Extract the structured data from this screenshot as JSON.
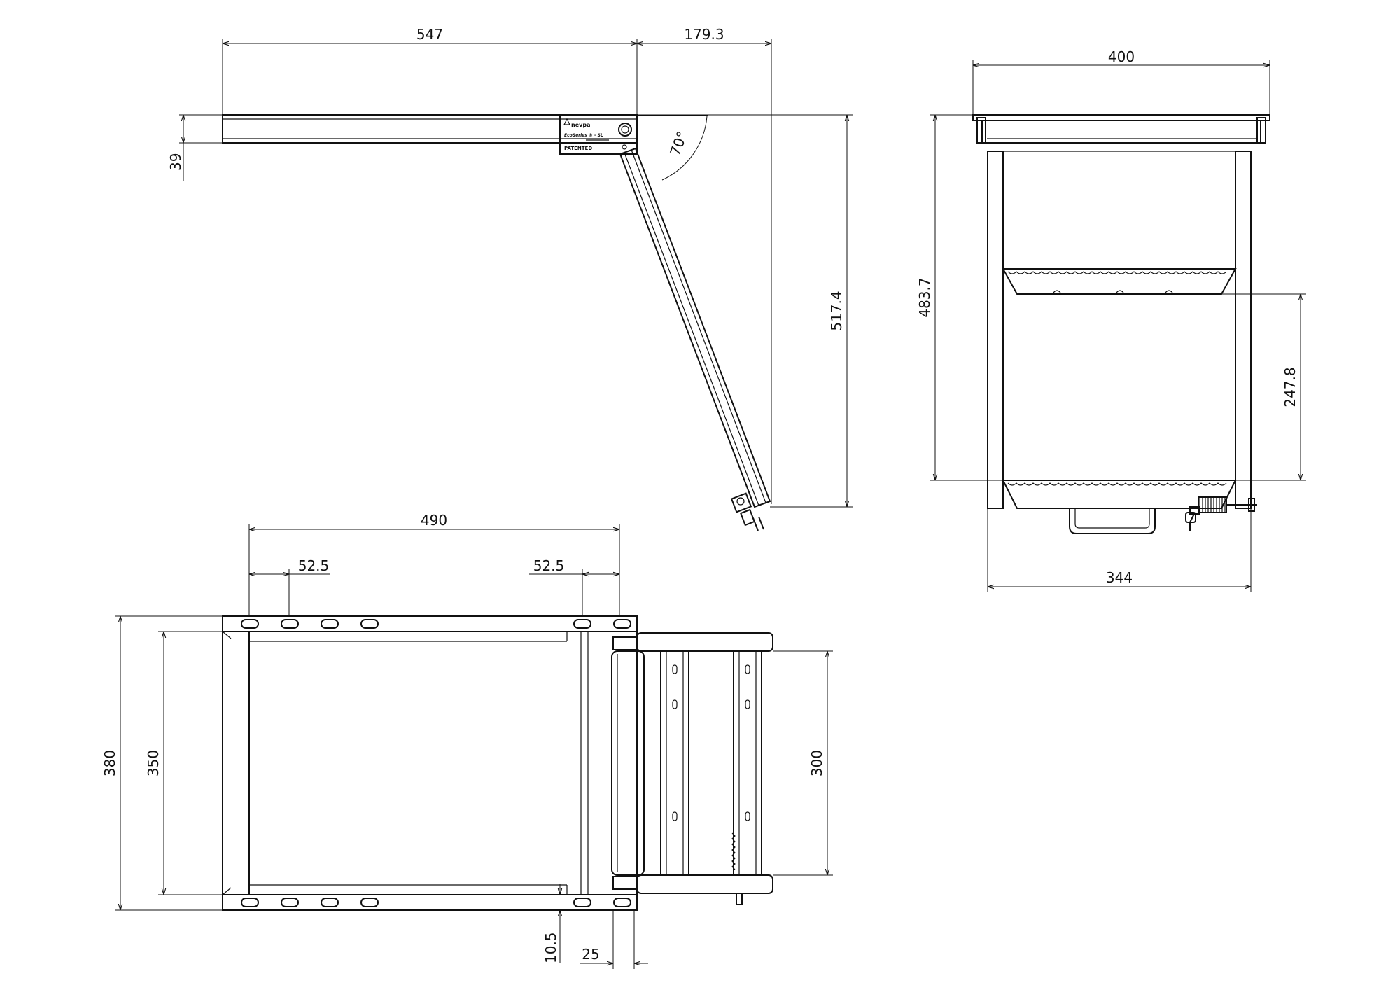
{
  "dimensions": {
    "side_length": "547",
    "side_extension": "179.3",
    "side_thickness": "39",
    "side_angle": "70°",
    "side_height": "517.4",
    "front_top_width": "400",
    "front_height": "483.7",
    "front_step_height": "247.8",
    "front_bottom_width": "344",
    "top_width": "490",
    "top_hole_left": "52.5",
    "top_hole_right": "52.5",
    "top_height_outer": "380",
    "top_height_inner": "350",
    "top_step_width": "300",
    "top_edge": "10.5",
    "top_flange": "25"
  },
  "label": {
    "brand": "nevpa",
    "series": "EcoSeries ® - SL",
    "patent": "PATENTED"
  }
}
